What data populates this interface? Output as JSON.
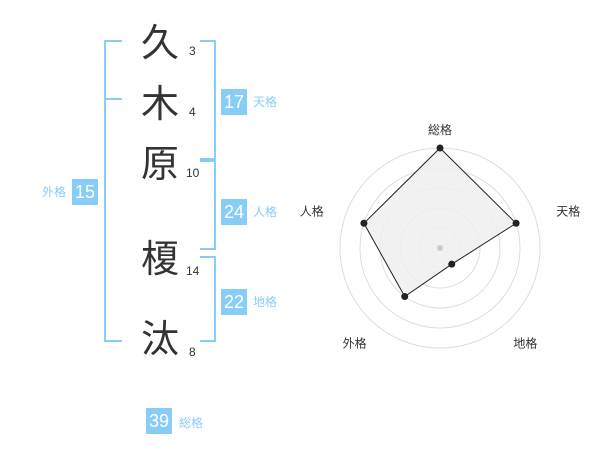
{
  "name": {
    "chars": [
      {
        "char": "久",
        "strokes": "3"
      },
      {
        "char": "木",
        "strokes": "4"
      },
      {
        "char": "原",
        "strokes": "10"
      },
      {
        "char": "榎",
        "strokes": "14"
      },
      {
        "char": "汰",
        "strokes": "8"
      }
    ]
  },
  "fortunes": {
    "tenkaku": {
      "value": "17",
      "label": "天格"
    },
    "jinkaku": {
      "value": "24",
      "label": "人格"
    },
    "chikaku": {
      "value": "22",
      "label": "地格"
    },
    "gaikaku": {
      "value": "15",
      "label": "外格"
    },
    "soukaku": {
      "value": "39",
      "label": "総格"
    }
  },
  "colors": {
    "accent": "#88cdf6",
    "text": "#333333",
    "polygon_fill": "#eeeeee",
    "ring": "#dddddd"
  },
  "chart_data": {
    "type": "radar",
    "axes": [
      "総格",
      "天格",
      "地格",
      "外格",
      "人格"
    ],
    "values": [
      5,
      4,
      1,
      3,
      4
    ],
    "max": 5,
    "rings": 5
  }
}
